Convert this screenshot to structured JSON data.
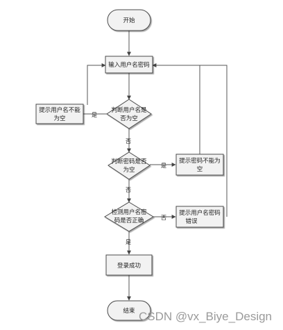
{
  "flowchart": {
    "start": "开始",
    "input": "输入用户名密码",
    "check_username": [
      "判断用户名是",
      "否为空"
    ],
    "prompt_username_empty": [
      "提示用户名不能",
      "为空"
    ],
    "check_password": [
      "判断密码是否",
      "为空"
    ],
    "prompt_password_empty": [
      "提示密码不能为",
      "空"
    ],
    "verify_credentials": [
      "检测用户名密",
      "码是否正确"
    ],
    "prompt_credentials_wrong": [
      "提示用户名密码",
      "错误"
    ],
    "login_success": "登录成功",
    "end": "结束",
    "yes_label": "是",
    "no_label": "否"
  },
  "watermark": "CSDN @vx_Biye_Design",
  "colors": {
    "fill": "#f2f2f2",
    "stroke": "#4a4a4a",
    "edge": "#555555"
  }
}
